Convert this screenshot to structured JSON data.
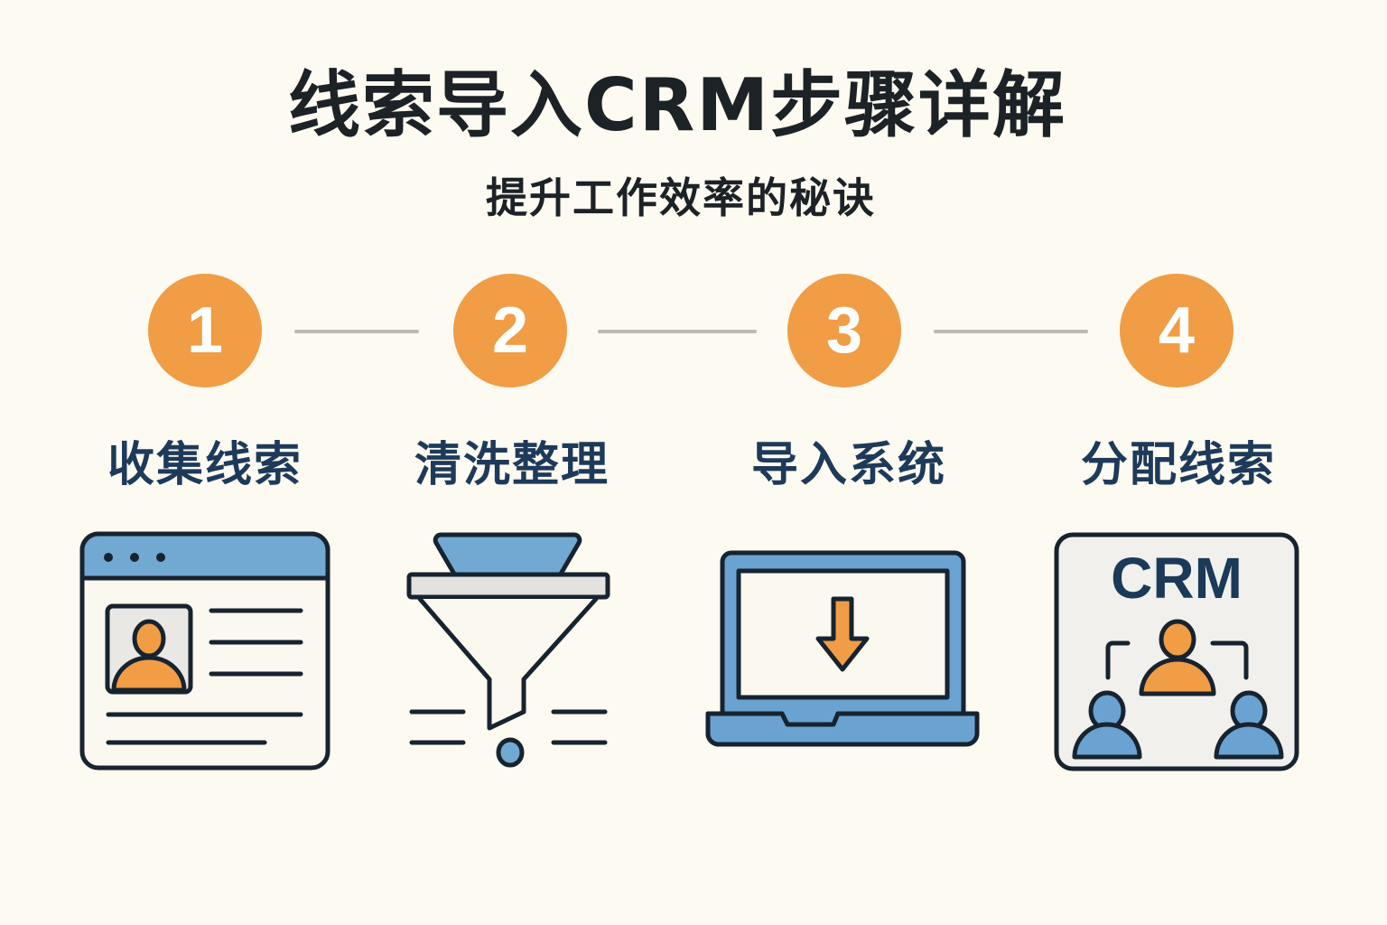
{
  "title": "线索导入CRM步骤详解",
  "subtitle": "提升工作效率的秘诀",
  "steps": [
    {
      "number": "1",
      "label": "收集线索",
      "icon": "browser-profile-icon"
    },
    {
      "number": "2",
      "label": "清洗整理",
      "icon": "funnel-icon"
    },
    {
      "number": "3",
      "label": "导入系统",
      "icon": "laptop-download-icon"
    },
    {
      "number": "4",
      "label": "分配线索",
      "icon": "crm-team-icon"
    }
  ],
  "crm_icon_text": "CRM",
  "colors": {
    "background": "#fcfaf1",
    "orange": "#f09d45",
    "blue": "#6fa8d4",
    "navy": "#1e3a5a",
    "outline": "#17232f"
  }
}
